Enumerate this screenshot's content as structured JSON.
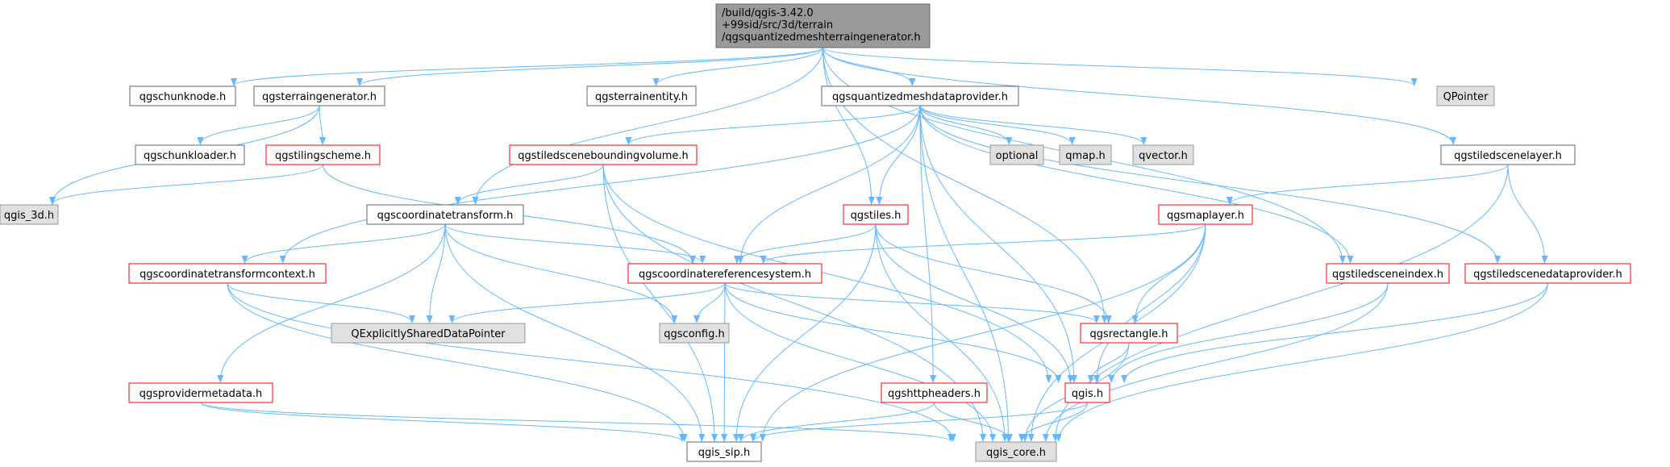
{
  "root": {
    "id": "root",
    "lines": [
      "/build/qgis-3.42.0",
      "+99sid/src/3d/terrain",
      "/qgsquantizedmeshterraingenerator.h"
    ],
    "style": "root"
  },
  "nodes": [
    {
      "id": "chunknode",
      "label": "qgschunknode.h",
      "style": "normal"
    },
    {
      "id": "terraingen",
      "label": "qgsterraingenerator.h",
      "style": "normal"
    },
    {
      "id": "terrainentity",
      "label": "qgsterrainentity.h",
      "style": "normal"
    },
    {
      "id": "qmdp",
      "label": "qgsquantizedmeshdataprovider.h",
      "style": "normal"
    },
    {
      "id": "qpointer",
      "label": "QPointer",
      "style": "gray"
    },
    {
      "id": "chunkloader",
      "label": "qgschunkloader.h",
      "style": "normal"
    },
    {
      "id": "tilingscheme",
      "label": "qgstilingscheme.h",
      "style": "red"
    },
    {
      "id": "tsbv",
      "label": "qgstiledsceneboundingvolume.h",
      "style": "red"
    },
    {
      "id": "optional",
      "label": "optional",
      "style": "gray"
    },
    {
      "id": "qmap",
      "label": "qmap.h",
      "style": "gray"
    },
    {
      "id": "qvector",
      "label": "qvector.h",
      "style": "gray"
    },
    {
      "id": "tslayer",
      "label": "qgstiledscenelayer.h",
      "style": "normal"
    },
    {
      "id": "gis3d",
      "label": "qgis_3d.h",
      "style": "gray"
    },
    {
      "id": "coordtrans",
      "label": "qgscoordinatetransform.h",
      "style": "normal"
    },
    {
      "id": "tiles",
      "label": "qgstiles.h",
      "style": "red"
    },
    {
      "id": "maplayer",
      "label": "qgsmaplayer.h",
      "style": "red"
    },
    {
      "id": "ctcontext",
      "label": "qgscoordinatetransformcontext.h",
      "style": "red"
    },
    {
      "id": "crs",
      "label": "qgscoordinatereferencesystem.h",
      "style": "red"
    },
    {
      "id": "tsindex",
      "label": "qgstiledsceneindex.h",
      "style": "red"
    },
    {
      "id": "tsdp",
      "label": "qgstiledscenedataprovider.h",
      "style": "red"
    },
    {
      "id": "qesdp",
      "label": "QExplicitlySharedDataPointer",
      "style": "gray"
    },
    {
      "id": "config",
      "label": "qgsconfig.h",
      "style": "gray"
    },
    {
      "id": "rectangle",
      "label": "qgsrectangle.h",
      "style": "red"
    },
    {
      "id": "provmeta",
      "label": "qgsprovidermetadata.h",
      "style": "red"
    },
    {
      "id": "httpheaders",
      "label": "qgshttpheaders.h",
      "style": "red"
    },
    {
      "id": "qgis",
      "label": "qgis.h",
      "style": "red"
    },
    {
      "id": "sip",
      "label": "qgis_sip.h",
      "style": "normal"
    },
    {
      "id": "core",
      "label": "qgis_core.h",
      "style": "gray"
    }
  ],
  "edges": [
    [
      "root",
      "chunknode"
    ],
    [
      "root",
      "terraingen"
    ],
    [
      "root",
      "terrainentity"
    ],
    [
      "root",
      "qmdp"
    ],
    [
      "root",
      "qpointer"
    ],
    [
      "root",
      "tslayer"
    ],
    [
      "root",
      "coordtrans"
    ],
    [
      "root",
      "tiles"
    ],
    [
      "root",
      "tsindex"
    ],
    [
      "root",
      "rectangle"
    ],
    [
      "terraingen",
      "chunkloader"
    ],
    [
      "terraingen",
      "tilingscheme"
    ],
    [
      "terraingen",
      "gis3d"
    ],
    [
      "tilingscheme",
      "gis3d"
    ],
    [
      "tilingscheme",
      "crs"
    ],
    [
      "qmdp",
      "tsbv"
    ],
    [
      "qmdp",
      "optional"
    ],
    [
      "qmdp",
      "qmap"
    ],
    [
      "qmdp",
      "qvector"
    ],
    [
      "qmdp",
      "tiles"
    ],
    [
      "qmdp",
      "crs"
    ],
    [
      "qmdp",
      "ctcontext"
    ],
    [
      "qmdp",
      "httpheaders"
    ],
    [
      "qmdp",
      "qgis"
    ],
    [
      "qmdp",
      "tsindex"
    ],
    [
      "qmdp",
      "tsdp"
    ],
    [
      "qmdp",
      "core"
    ],
    [
      "tsbv",
      "coordtrans"
    ],
    [
      "tsbv",
      "qgis"
    ],
    [
      "tsbv",
      "core"
    ],
    [
      "tsbv",
      "sip"
    ],
    [
      "tslayer",
      "maplayer"
    ],
    [
      "tslayer",
      "tsdp"
    ],
    [
      "tslayer",
      "core"
    ],
    [
      "coordtrans",
      "ctcontext"
    ],
    [
      "coordtrans",
      "crs"
    ],
    [
      "coordtrans",
      "qesdp"
    ],
    [
      "coordtrans",
      "config"
    ],
    [
      "coordtrans",
      "provmeta"
    ],
    [
      "coordtrans",
      "sip"
    ],
    [
      "tiles",
      "crs"
    ],
    [
      "tiles",
      "rectangle"
    ],
    [
      "tiles",
      "qgis"
    ],
    [
      "tiles",
      "sip"
    ],
    [
      "tiles",
      "core"
    ],
    [
      "maplayer",
      "crs"
    ],
    [
      "maplayer",
      "rectangle"
    ],
    [
      "maplayer",
      "qgis"
    ],
    [
      "maplayer",
      "sip"
    ],
    [
      "maplayer",
      "core"
    ],
    [
      "ctcontext",
      "qesdp"
    ],
    [
      "ctcontext",
      "sip"
    ],
    [
      "ctcontext",
      "core"
    ],
    [
      "crs",
      "qesdp"
    ],
    [
      "crs",
      "config"
    ],
    [
      "crs",
      "rectangle"
    ],
    [
      "crs",
      "qgis"
    ],
    [
      "crs",
      "sip"
    ],
    [
      "crs",
      "core"
    ],
    [
      "tsindex",
      "qgis"
    ],
    [
      "tsindex",
      "core"
    ],
    [
      "tsdp",
      "qgis"
    ],
    [
      "tsdp",
      "core"
    ],
    [
      "rectangle",
      "qgis"
    ],
    [
      "rectangle",
      "core"
    ],
    [
      "provmeta",
      "sip"
    ],
    [
      "provmeta",
      "core"
    ],
    [
      "httpheaders",
      "sip"
    ],
    [
      "httpheaders",
      "core"
    ],
    [
      "qgis",
      "sip"
    ],
    [
      "qgis",
      "core"
    ]
  ],
  "colors": {
    "edge": "#63b8ff",
    "normal_border": "#666666",
    "gray_fill": "#e0e0e0",
    "gray_border": "#999999",
    "red_border": "#ff0000",
    "root_fill": "#999999",
    "root_border": "#666666"
  }
}
